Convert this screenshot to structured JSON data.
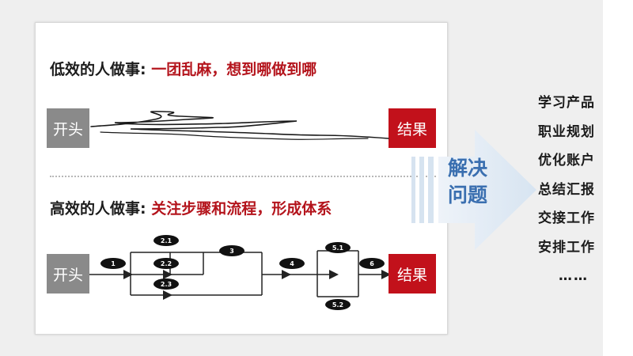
{
  "top_section": {
    "heading_prefix": "低效的人做事:",
    "heading_highlight": "一团乱麻，想到哪做到哪",
    "start_label": "开头",
    "end_label": "结果"
  },
  "bottom_section": {
    "heading_prefix": "高效的人做事:",
    "heading_highlight": "关注步骤和流程，形成体系",
    "start_label": "开头",
    "end_label": "结果",
    "steps": [
      "1",
      "2.1",
      "2.2",
      "2.3",
      "3",
      "4",
      "5.1",
      "5.2",
      "6"
    ]
  },
  "solve": {
    "line1": "解决",
    "line2": "问题"
  },
  "tasks": [
    "学习产品",
    "职业规划",
    "优化账户",
    "总结汇报",
    "交接工作",
    "安排工作",
    "……"
  ],
  "colors": {
    "highlight": "#b4141c",
    "end_box": "#c2111b",
    "start_box": "#8a8a8a",
    "solve_text": "#3a6fb0",
    "arrow": "#dfe9f4"
  }
}
